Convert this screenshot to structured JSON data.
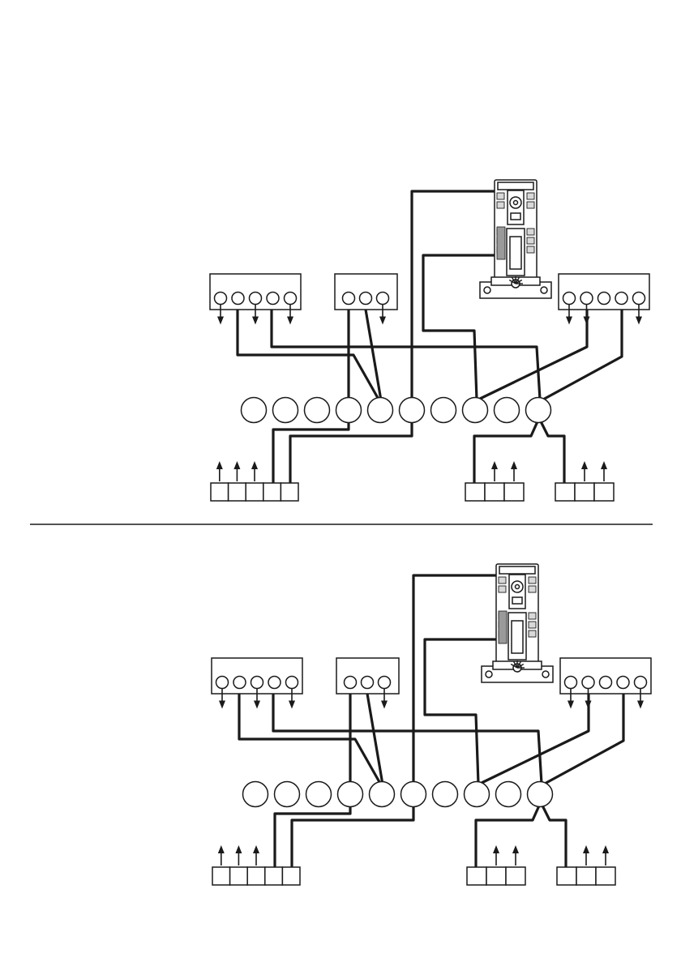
{
  "page": {
    "background": "#ffffff",
    "ink": "#1a1a1a"
  },
  "diagrams": [
    {
      "id": "upper",
      "terminal_strip": {
        "count": 10
      },
      "top_left_block": {
        "terminals": 5,
        "arrows": [
          "down",
          "wire",
          "down",
          "wire",
          "down"
        ]
      },
      "top_middle_block": {
        "terminals": 3,
        "arrows": [
          "wire",
          "wire",
          "down"
        ]
      },
      "top_right_block": {
        "terminals": 5,
        "arrows": [
          "down",
          "down",
          "wire",
          "wire",
          "down"
        ]
      },
      "bottom_left_block": {
        "cells": 5,
        "arrows": [
          "up",
          "up",
          "up",
          "wire",
          "wire"
        ]
      },
      "bottom_middle_block": {
        "cells": 3,
        "arrows": [
          "wire",
          "up",
          "up"
        ]
      },
      "bottom_right_block": {
        "cells": 3,
        "arrows": [
          "wire",
          "up",
          "up"
        ]
      },
      "thermostat": {
        "icon": "cylinder-thermostat-icon"
      }
    },
    {
      "id": "lower",
      "terminal_strip": {
        "count": 10
      },
      "top_left_block": {
        "terminals": 5,
        "arrows": [
          "down",
          "wire",
          "down",
          "wire",
          "down"
        ]
      },
      "top_middle_block": {
        "terminals": 3,
        "arrows": [
          "wire",
          "wire",
          "down"
        ]
      },
      "top_right_block": {
        "terminals": 5,
        "arrows": [
          "down",
          "down",
          "wire",
          "wire",
          "down"
        ]
      },
      "bottom_left_block": {
        "cells": 5,
        "arrows": [
          "up",
          "up",
          "up",
          "wire",
          "wire"
        ]
      },
      "bottom_middle_block": {
        "cells": 3,
        "arrows": [
          "wire",
          "up",
          "up"
        ]
      },
      "bottom_right_block": {
        "cells": 3,
        "arrows": [
          "wire",
          "up",
          "up"
        ]
      },
      "thermostat": {
        "icon": "cylinder-thermostat-icon"
      }
    }
  ]
}
